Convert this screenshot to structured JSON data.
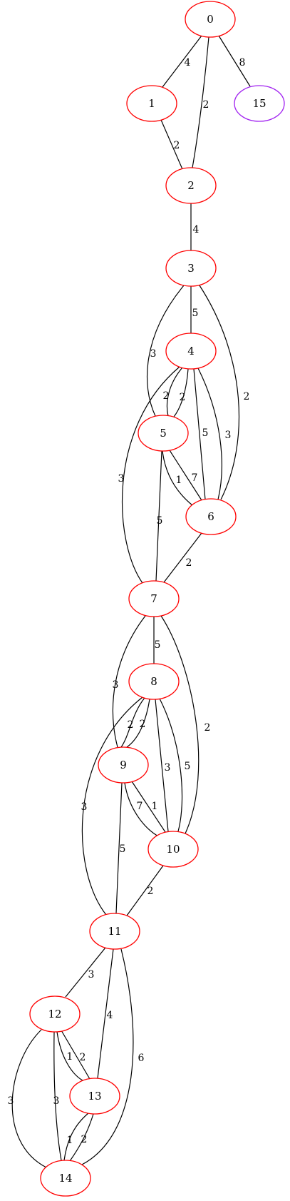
{
  "graph": {
    "nodes": [
      {
        "id": "0",
        "label": "0",
        "color": "#ff0000"
      },
      {
        "id": "1",
        "label": "1",
        "color": "#ff0000"
      },
      {
        "id": "15",
        "label": "15",
        "color": "#a020f0"
      },
      {
        "id": "2",
        "label": "2",
        "color": "#ff0000"
      },
      {
        "id": "3",
        "label": "3",
        "color": "#ff0000"
      },
      {
        "id": "4",
        "label": "4",
        "color": "#ff0000"
      },
      {
        "id": "5",
        "label": "5",
        "color": "#ff0000"
      },
      {
        "id": "6",
        "label": "6",
        "color": "#ff0000"
      },
      {
        "id": "7",
        "label": "7",
        "color": "#ff0000"
      },
      {
        "id": "8",
        "label": "8",
        "color": "#ff0000"
      },
      {
        "id": "9",
        "label": "9",
        "color": "#ff0000"
      },
      {
        "id": "10",
        "label": "10",
        "color": "#ff0000"
      },
      {
        "id": "11",
        "label": "11",
        "color": "#ff0000"
      },
      {
        "id": "12",
        "label": "12",
        "color": "#ff0000"
      },
      {
        "id": "13",
        "label": "13",
        "color": "#ff0000"
      },
      {
        "id": "14",
        "label": "14",
        "color": "#ff0000"
      }
    ],
    "edges": [
      {
        "from": "0",
        "to": "1",
        "weight": "4"
      },
      {
        "from": "0",
        "to": "2",
        "weight": "2"
      },
      {
        "from": "0",
        "to": "15",
        "weight": "8"
      },
      {
        "from": "1",
        "to": "2",
        "weight": "2"
      },
      {
        "from": "2",
        "to": "3",
        "weight": "4"
      },
      {
        "from": "3",
        "to": "4",
        "weight": "5"
      },
      {
        "from": "3",
        "to": "5",
        "weight": "3"
      },
      {
        "from": "3",
        "to": "6",
        "weight": "2"
      },
      {
        "from": "4",
        "to": "5",
        "weight": "2"
      },
      {
        "from": "4",
        "to": "5",
        "weight": "2"
      },
      {
        "from": "4",
        "to": "6",
        "weight": "5"
      },
      {
        "from": "4",
        "to": "6",
        "weight": "3"
      },
      {
        "from": "4",
        "to": "7",
        "weight": "3"
      },
      {
        "from": "5",
        "to": "6",
        "weight": "1"
      },
      {
        "from": "5",
        "to": "6",
        "weight": "7"
      },
      {
        "from": "5",
        "to": "7",
        "weight": "5"
      },
      {
        "from": "6",
        "to": "7",
        "weight": "2"
      },
      {
        "from": "7",
        "to": "8",
        "weight": "5"
      },
      {
        "from": "7",
        "to": "9",
        "weight": "3"
      },
      {
        "from": "7",
        "to": "10",
        "weight": "2"
      },
      {
        "from": "8",
        "to": "9",
        "weight": "2"
      },
      {
        "from": "8",
        "to": "9",
        "weight": "2"
      },
      {
        "from": "8",
        "to": "10",
        "weight": "3"
      },
      {
        "from": "8",
        "to": "10",
        "weight": "5"
      },
      {
        "from": "8",
        "to": "11",
        "weight": "3"
      },
      {
        "from": "9",
        "to": "10",
        "weight": "7"
      },
      {
        "from": "9",
        "to": "10",
        "weight": "1"
      },
      {
        "from": "9",
        "to": "11",
        "weight": "5"
      },
      {
        "from": "10",
        "to": "11",
        "weight": "2"
      },
      {
        "from": "11",
        "to": "12",
        "weight": "3"
      },
      {
        "from": "11",
        "to": "13",
        "weight": "4"
      },
      {
        "from": "11",
        "to": "14",
        "weight": "6"
      },
      {
        "from": "12",
        "to": "13",
        "weight": "1"
      },
      {
        "from": "12",
        "to": "13",
        "weight": "2"
      },
      {
        "from": "12",
        "to": "14",
        "weight": "3"
      },
      {
        "from": "12",
        "to": "14",
        "weight": "3"
      },
      {
        "from": "13",
        "to": "14",
        "weight": "1"
      },
      {
        "from": "13",
        "to": "14",
        "weight": "2"
      }
    ]
  }
}
